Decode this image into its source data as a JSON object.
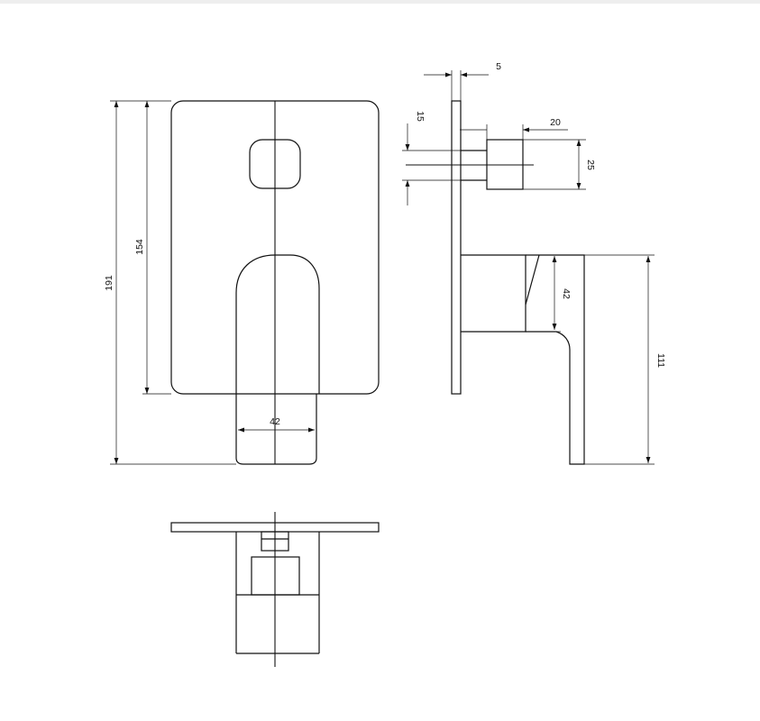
{
  "drawing": {
    "stroke_color": "#111111",
    "background": "#ffffff",
    "dimensions": {
      "overall_height": "191",
      "plate_height": "154",
      "lever_width": "42",
      "plate_thickness": "5",
      "button_offset": "15",
      "button_depth": "20",
      "button_size": "25",
      "lever_side_height": "42",
      "lever_drop": "111"
    }
  }
}
